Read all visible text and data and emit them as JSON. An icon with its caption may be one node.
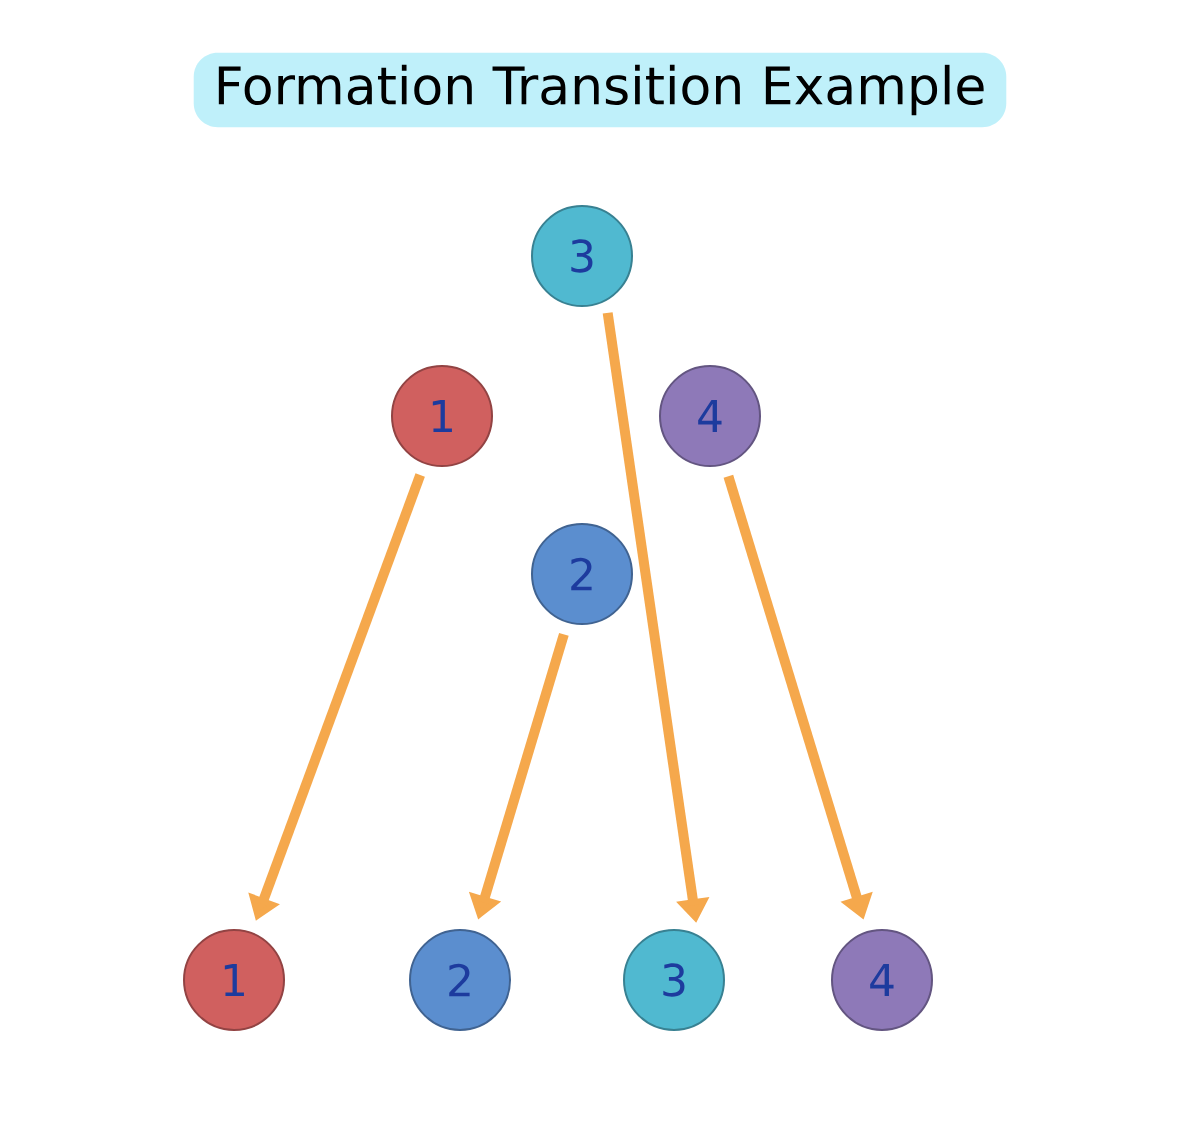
{
  "diagram": {
    "title": "Formation Transition Example",
    "nodes": [
      {
        "text": [
          "3"
        ]
      },
      {
        "text": [
          "1"
        ]
      },
      {
        "text": [
          "4"
        ]
      },
      {
        "text": [
          "2"
        ]
      },
      {
        "text": [
          "1"
        ]
      },
      {
        "text": [
          "2"
        ]
      },
      {
        "text": [
          "3"
        ]
      },
      {
        "text": [
          "4"
        ]
      }
    ],
    "edges": [
      {
        "from": 1,
        "to": 4,
        "arrow": "to"
      },
      {
        "from": 3,
        "to": 5,
        "arrow": "to"
      },
      {
        "from": 0,
        "to": 6,
        "arrow": "to"
      },
      {
        "from": 2,
        "to": 7,
        "arrow": "to"
      }
    ]
  }
}
